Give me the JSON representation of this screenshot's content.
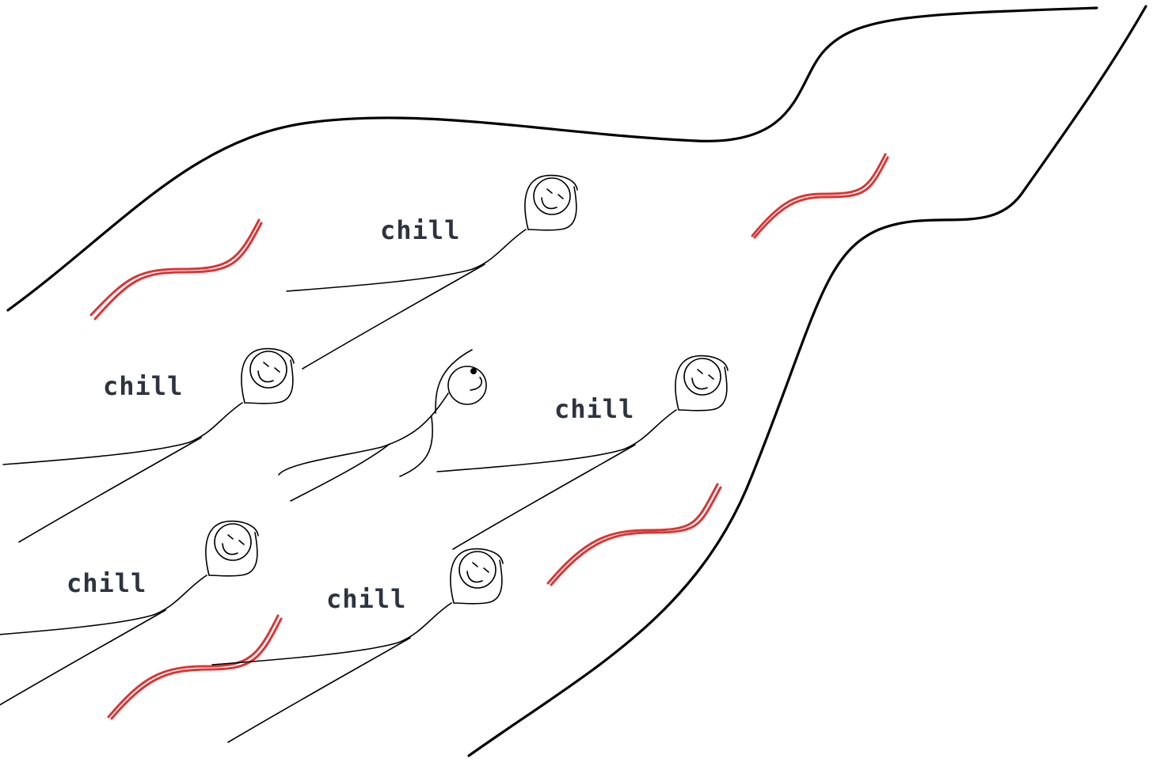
{
  "scene": {
    "background": "#ffffff",
    "ink_color": "#000000",
    "current_color": "#d93636",
    "label_color": "#2d3440"
  },
  "people": [
    {
      "id": "relaxed-1",
      "label": "chill",
      "mood": "relaxed"
    },
    {
      "id": "relaxed-2",
      "label": "chill",
      "mood": "relaxed"
    },
    {
      "id": "relaxed-3",
      "label": "chill",
      "mood": "relaxed"
    },
    {
      "id": "relaxed-4",
      "label": "chill",
      "mood": "relaxed"
    },
    {
      "id": "relaxed-5",
      "label": "chill",
      "mood": "relaxed"
    },
    {
      "id": "alert-1",
      "label": "",
      "mood": "alert"
    }
  ]
}
